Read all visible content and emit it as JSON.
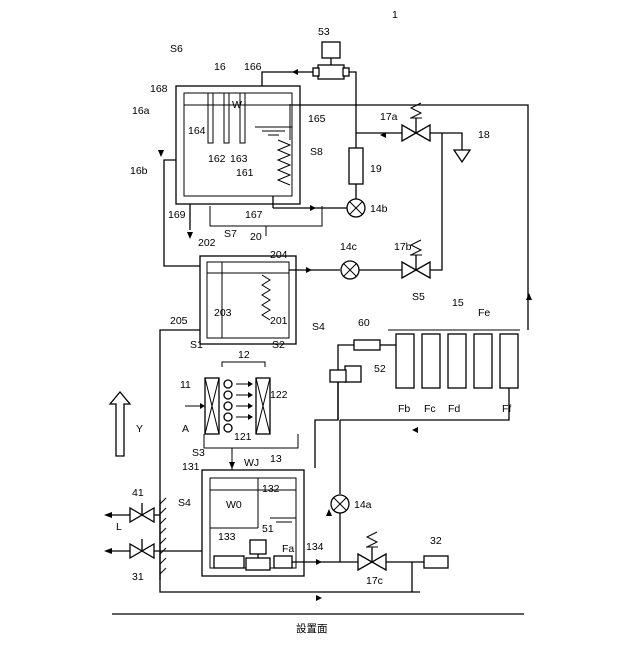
{
  "figure_number": "1",
  "labels": {
    "n53": "53",
    "n1": "1",
    "S6": "S6",
    "n16": "16",
    "n166": "166",
    "n168": "168",
    "n16a": "16a",
    "W": "W",
    "n164": "164",
    "n162": "162",
    "n163": "163",
    "n165": "165",
    "n17a": "17a",
    "n18": "18",
    "n16b": "16b",
    "S8": "S8",
    "n19": "19",
    "n161": "161",
    "n169": "169",
    "n167": "167",
    "n14b": "14b",
    "S7": "S7",
    "n20": "20",
    "n202": "202",
    "n204": "204",
    "n14c": "14c",
    "n17b": "17b",
    "S5": "S5",
    "n15": "15",
    "Fe": "Fe",
    "n205": "205",
    "n203": "203",
    "n201": "201",
    "S4a": "S4",
    "n60": "60",
    "S1": "S1",
    "n12": "12",
    "S2": "S2",
    "n52": "52",
    "n11": "11",
    "n122": "122",
    "Y": "Y",
    "A": "A",
    "n121": "121",
    "Fb": "Fb",
    "Fc": "Fc",
    "Fd": "Fd",
    "Ff": "Ff",
    "S3": "S3",
    "n13": "13",
    "n131": "131",
    "WJ": "WJ",
    "n132": "132",
    "n41": "41",
    "S4b": "S4",
    "W0": "W0",
    "n14a": "14a",
    "L": "L",
    "n51": "51",
    "n133": "133",
    "Fa": "Fa",
    "n134": "134",
    "n32": "32",
    "n31": "31",
    "n17c": "17c",
    "ground": "設置面"
  }
}
